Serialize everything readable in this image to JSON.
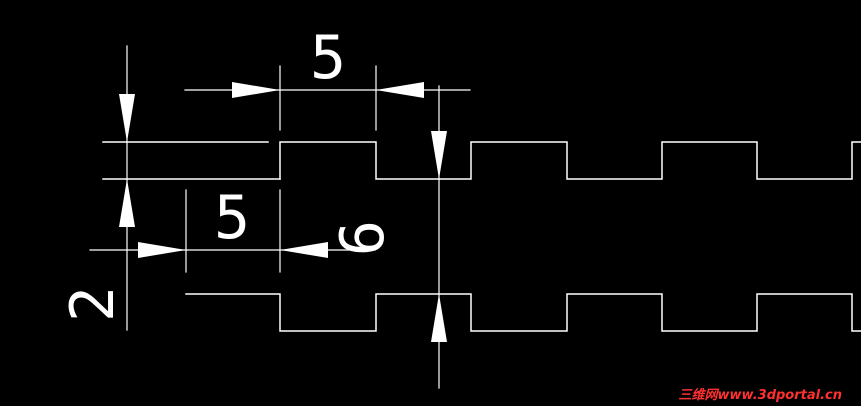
{
  "drawing": {
    "colors": {
      "background": "#000000",
      "line": "#ffffff",
      "watermark": "#ff3030"
    },
    "dimensions": {
      "top_width": {
        "value": "5"
      },
      "lower_width": {
        "value": "5"
      },
      "vertical_left": {
        "value": "2"
      },
      "vertical_right": {
        "value": "6"
      }
    },
    "watermark": "三维网www.3dportal.cn"
  }
}
